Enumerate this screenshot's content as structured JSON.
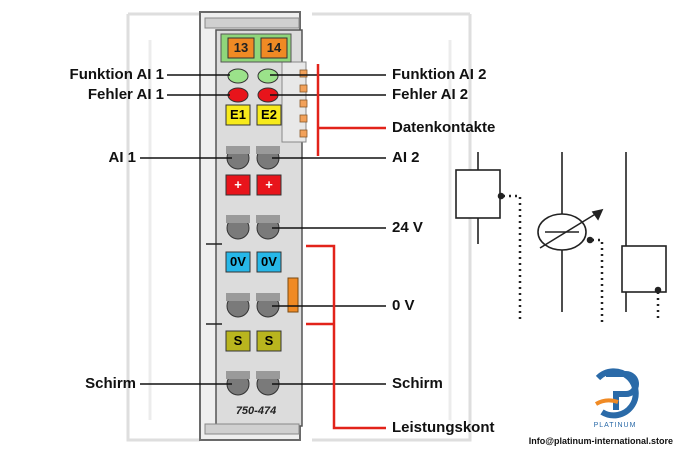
{
  "module": {
    "model": "750-474",
    "terminals_top": [
      "13",
      "14"
    ],
    "leds_green": "Funktion AI",
    "markers": {
      "e1": "E1",
      "e2": "E2",
      "plus1": "+",
      "plus2": "+",
      "ov1": "0V",
      "ov2": "0V",
      "s1": "S",
      "s2": "S"
    }
  },
  "labels": {
    "left": {
      "funktion_ai1": "Funktion AI 1",
      "fehler_ai1": "Fehler AI 1",
      "ai1": "AI 1",
      "schirm": "Schirm"
    },
    "right": {
      "funktion_ai2": "Funktion AI 2",
      "fehler_ai2": "Fehler AI 2",
      "datenkontakte": "Datenkontakte",
      "ai2": "AI 2",
      "v24": "24 V",
      "v0": "0 V",
      "schirm": "Schirm",
      "leistungskont": "Leistungskont"
    }
  },
  "logo": {
    "brand": "PLATINUM",
    "email": "Info@platinum-international.store"
  },
  "colors": {
    "red_bracket": "#e2231a",
    "terminal_orange": "#f08a24",
    "terminal_green_bg": "#8fd67a",
    "led_green": "#9be28a",
    "led_red": "#e8141b",
    "marker_yellow": "#f7ea1b",
    "marker_red": "#e8141b",
    "marker_blue": "#26b7e8",
    "marker_olive": "#b9b51e",
    "housing": "#d8d8d8",
    "logo_blue": "#2a6aa8",
    "logo_orange": "#f08a24"
  }
}
